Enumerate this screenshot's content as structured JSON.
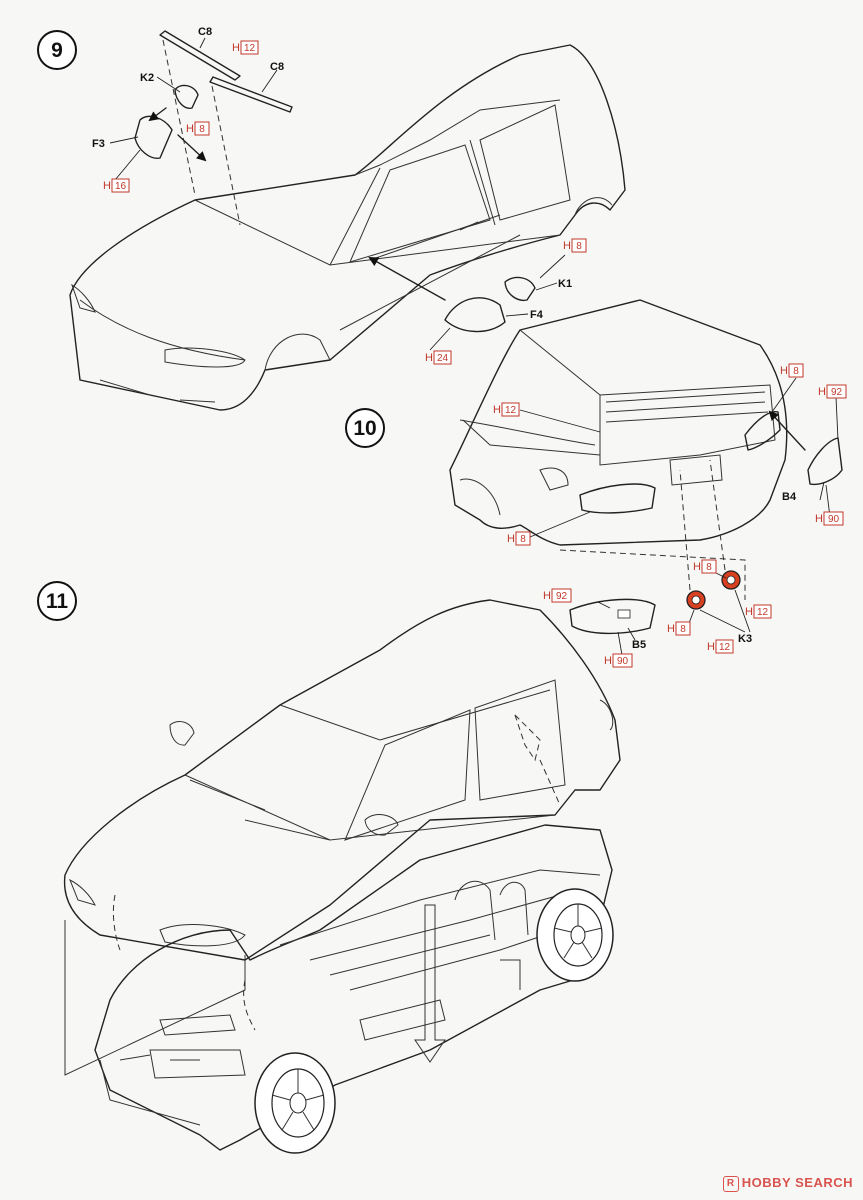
{
  "steps": [
    "9",
    "10",
    "11"
  ],
  "parts": {
    "c8_a": "C8",
    "c8_b": "C8",
    "k2": "K2",
    "f3": "F3",
    "k1": "K1",
    "f4": "F4",
    "b4": "B4",
    "b5": "B5",
    "k3": "K3"
  },
  "color_codes": {
    "h_prefix": "H",
    "step9_c8": "12",
    "step9_k2": "8",
    "step9_f3": "16",
    "step9_k1": "8",
    "step9_f4": "24",
    "step10_window": "12",
    "step10_lamp_r": "8",
    "step10_b4_top": "92",
    "step10_b4_bottom": "90",
    "step10_lamp_l": "8",
    "step10_k3_top": "8",
    "step10_k3_a": "12",
    "step10_k3_b": "8",
    "step10_k3_c": "12",
    "step10_b5_top": "92",
    "step10_b5_bottom": "90"
  },
  "colors": {
    "code_red": "#c0392b",
    "lamp_red": "#d9401f",
    "mirror_pink": "#f3c4c4",
    "lens_gray": "#b9b9b9"
  },
  "watermark": "HOBBY SEARCH"
}
